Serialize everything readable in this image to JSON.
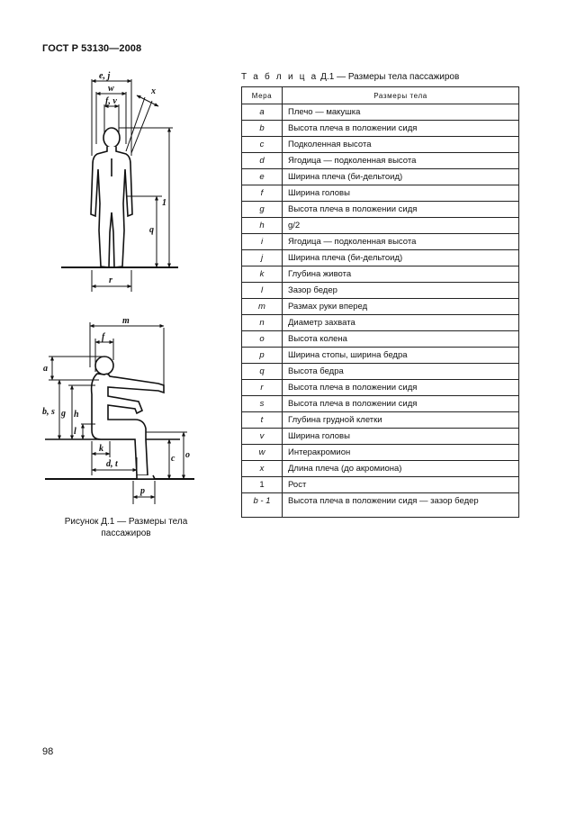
{
  "header": {
    "standard": "ГОСТ Р 53130—2008"
  },
  "table": {
    "caption_prefix": "Т а б л и ц а",
    "caption_text": "Д.1 — Размеры тела пассажиров",
    "columns": [
      "Мера",
      "Размеры тела"
    ],
    "rows": [
      {
        "code": "a",
        "desc": "Плечо — макушка"
      },
      {
        "code": "b",
        "desc": "Высота плеча в положении сидя"
      },
      {
        "code": "c",
        "desc": "Подколенная высота"
      },
      {
        "code": "d",
        "desc": "Ягодица — подколенная высота"
      },
      {
        "code": "e",
        "desc": "Ширина плеча (би-дельтоид)"
      },
      {
        "code": "f",
        "desc": "Ширина головы"
      },
      {
        "code": "g",
        "desc": "Высота плеча в положении сидя"
      },
      {
        "code": "h",
        "desc": "g/2"
      },
      {
        "code": "i",
        "desc": "Ягодица — подколенная высота"
      },
      {
        "code": "j",
        "desc": "Ширина плеча (би-дельтоид)"
      },
      {
        "code": "k",
        "desc": "Глубина живота"
      },
      {
        "code": "l",
        "desc": "Зазор бедер"
      },
      {
        "code": "m",
        "desc": "Размах руки вперед"
      },
      {
        "code": "n",
        "desc": "Диаметр захвата"
      },
      {
        "code": "o",
        "desc": "Высота колена"
      },
      {
        "code": "p",
        "desc": "Ширина стопы, ширина бедра"
      },
      {
        "code": "q",
        "desc": "Высота бедра"
      },
      {
        "code": "r",
        "desc": "Высота плеча в положении сидя"
      },
      {
        "code": "s",
        "desc": "Высота плеча в положении сидя"
      },
      {
        "code": "t",
        "desc": "Глубина грудной клетки"
      },
      {
        "code": "v",
        "desc": "Ширина головы"
      },
      {
        "code": "w",
        "desc": "Интеракромион"
      },
      {
        "code": "x",
        "desc": "Длина плеча (до акромиона)"
      },
      {
        "code": "1",
        "desc": "Рост"
      },
      {
        "code": "b - 1",
        "desc": "Высота плеча в положении сидя — зазор бедер"
      }
    ]
  },
  "figure": {
    "caption": "Рисунок Д.1 — Размеры тела пассажиров",
    "labels": {
      "ej": "e, j",
      "w": "w",
      "fv": "f, v",
      "x": "x",
      "one": "1",
      "q": "q",
      "r": "r",
      "m": "m",
      "f": "f",
      "a": "a",
      "bs": "b, s",
      "g": "g",
      "h": "h",
      "l": "l",
      "k": "k",
      "dt": "d, t",
      "c": "c",
      "o": "o",
      "p": "p"
    }
  },
  "page_number": "98"
}
